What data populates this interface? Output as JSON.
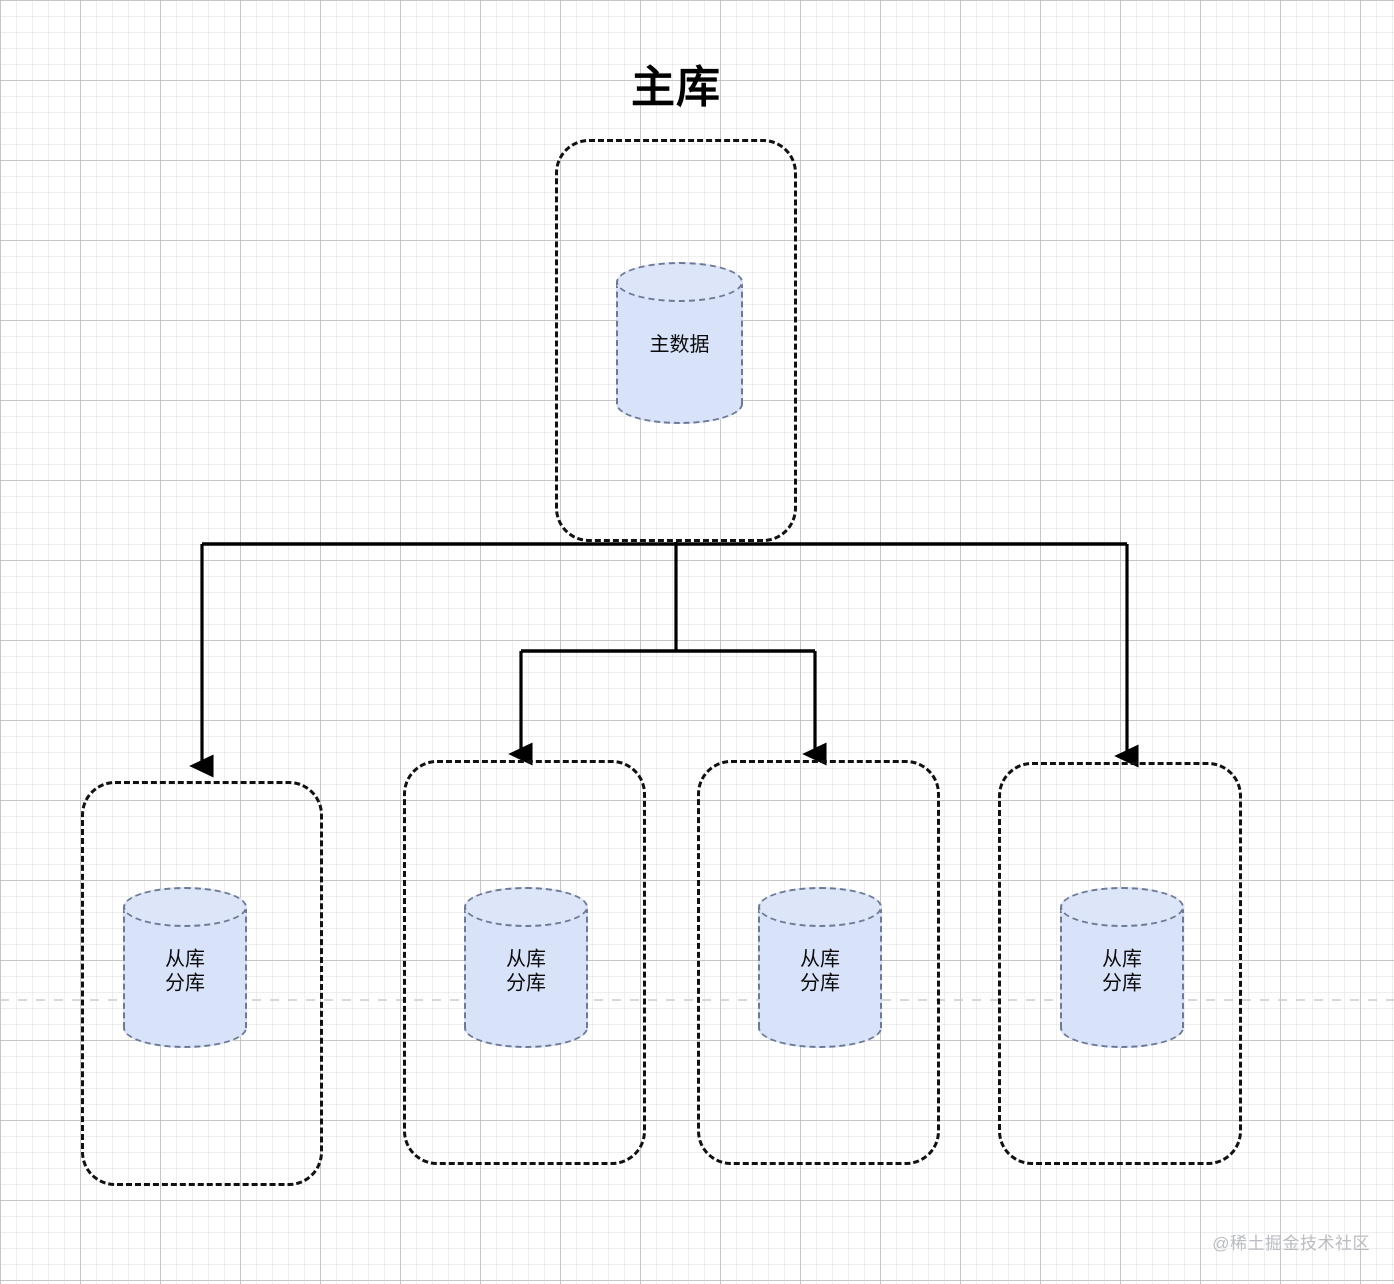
{
  "diagram": {
    "title": "主库",
    "watermark": "@稀土掘金技术社区",
    "colors": {
      "cylinder_fill": "#d8e2f8",
      "cylinder_top_fill": "#dde5f9",
      "cylinder_stroke": "#6d7a96",
      "box_stroke": "#111111",
      "connector": "#000000",
      "grid_minor": "#c8c8c8",
      "grid_major": "#969696",
      "watermark": "#b9bcc2"
    },
    "master": {
      "box_label": "主库",
      "database_label": "主数据"
    },
    "replicas": [
      {
        "database_label": "从库\n分库"
      },
      {
        "database_label": "从库\n分库"
      },
      {
        "database_label": "从库\n分库"
      },
      {
        "database_label": "从库\n分库"
      }
    ]
  }
}
